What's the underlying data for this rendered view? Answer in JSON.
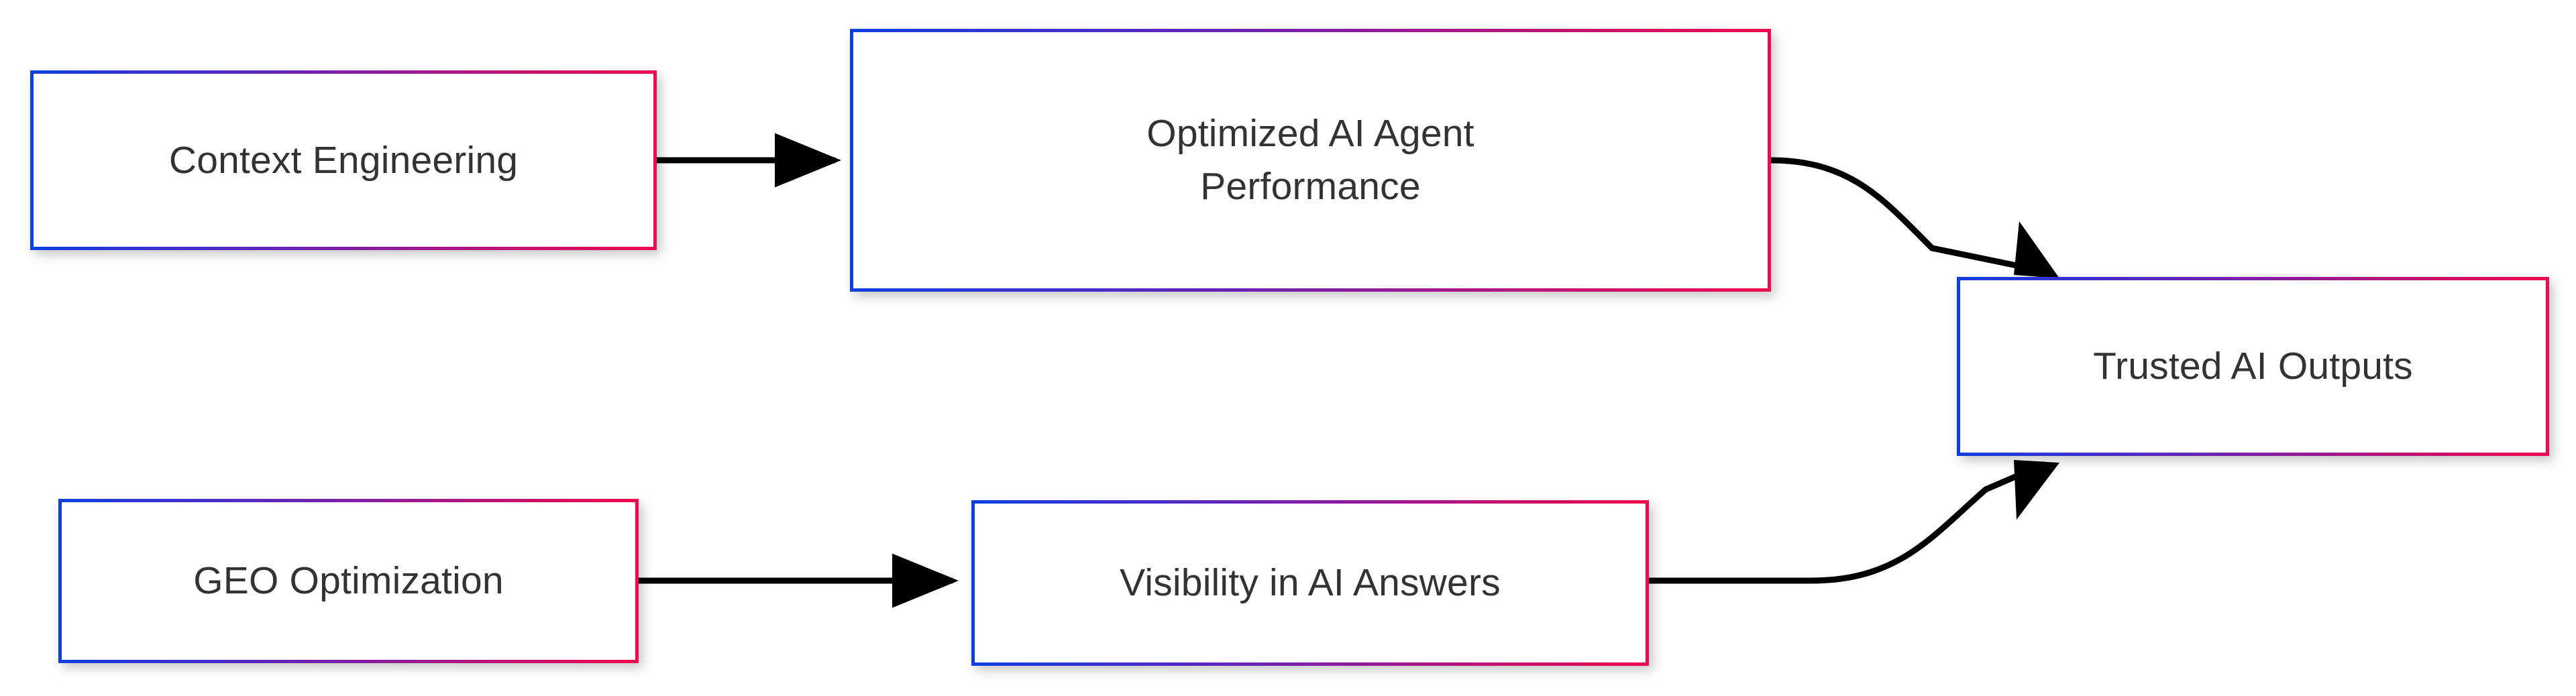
{
  "diagram": {
    "type": "flowchart",
    "direction": "left-to-right",
    "background_color": "#ffffff",
    "node_border_gradient_start": "#0F3FE0",
    "node_border_gradient_end": "#EE0A4E",
    "node_fill_color": "#ffffff",
    "text_color": "#333333",
    "edge_color": "#000000",
    "nodes": [
      {
        "id": "context-engineering",
        "label": "Context Engineering"
      },
      {
        "id": "optimized-performance",
        "label": "Optimized AI Agent\nPerformance"
      },
      {
        "id": "trusted-outputs",
        "label": "Trusted AI Outputs"
      },
      {
        "id": "geo-optimization",
        "label": "GEO Optimization"
      },
      {
        "id": "visibility-answers",
        "label": "Visibility in AI Answers"
      }
    ],
    "edges": [
      {
        "id": "edge-context-to-optimized",
        "from": "context-engineering",
        "to": "optimized-performance",
        "label": "",
        "style": "straight-arrow"
      },
      {
        "id": "edge-optimized-to-trusted",
        "from": "optimized-performance",
        "to": "trusted-outputs",
        "label": "",
        "style": "curved-arrow"
      },
      {
        "id": "edge-geo-to-visibility",
        "from": "geo-optimization",
        "to": "visibility-answers",
        "label": "",
        "style": "straight-arrow"
      },
      {
        "id": "edge-visibility-to-trusted",
        "from": "visibility-answers",
        "to": "trusted-outputs",
        "label": "",
        "style": "curved-arrow"
      }
    ]
  }
}
